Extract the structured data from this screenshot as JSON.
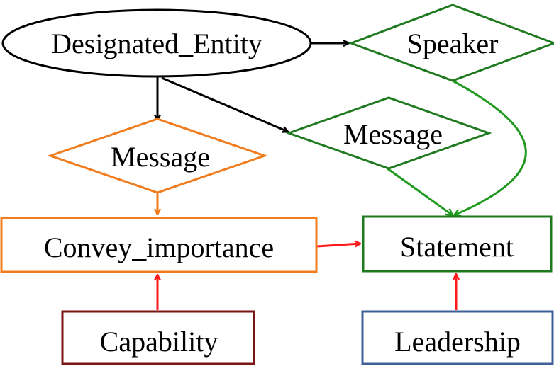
{
  "nodes": {
    "designated_entity": {
      "label": "Designated_Entity",
      "color": "#000000"
    },
    "speaker": {
      "label": "Speaker",
      "color": "#1f7a1f"
    },
    "message_green": {
      "label": "Message",
      "color": "#1f7a1f"
    },
    "message_orange": {
      "label": "Message",
      "color": "#f07c1e"
    },
    "convey_importance": {
      "label": "Convey_importance",
      "color": "#f07c1e"
    },
    "statement": {
      "label": "Statement",
      "color": "#1f7a1f"
    },
    "capability": {
      "label": "Capability",
      "color": "#7b1616"
    },
    "leadership": {
      "label": "Leadership",
      "color": "#3d6096"
    }
  },
  "edge_colors": {
    "black": "#000000",
    "green": "#1f9a1f",
    "orange": "#f07c1e",
    "red": "#ff1a1a"
  }
}
